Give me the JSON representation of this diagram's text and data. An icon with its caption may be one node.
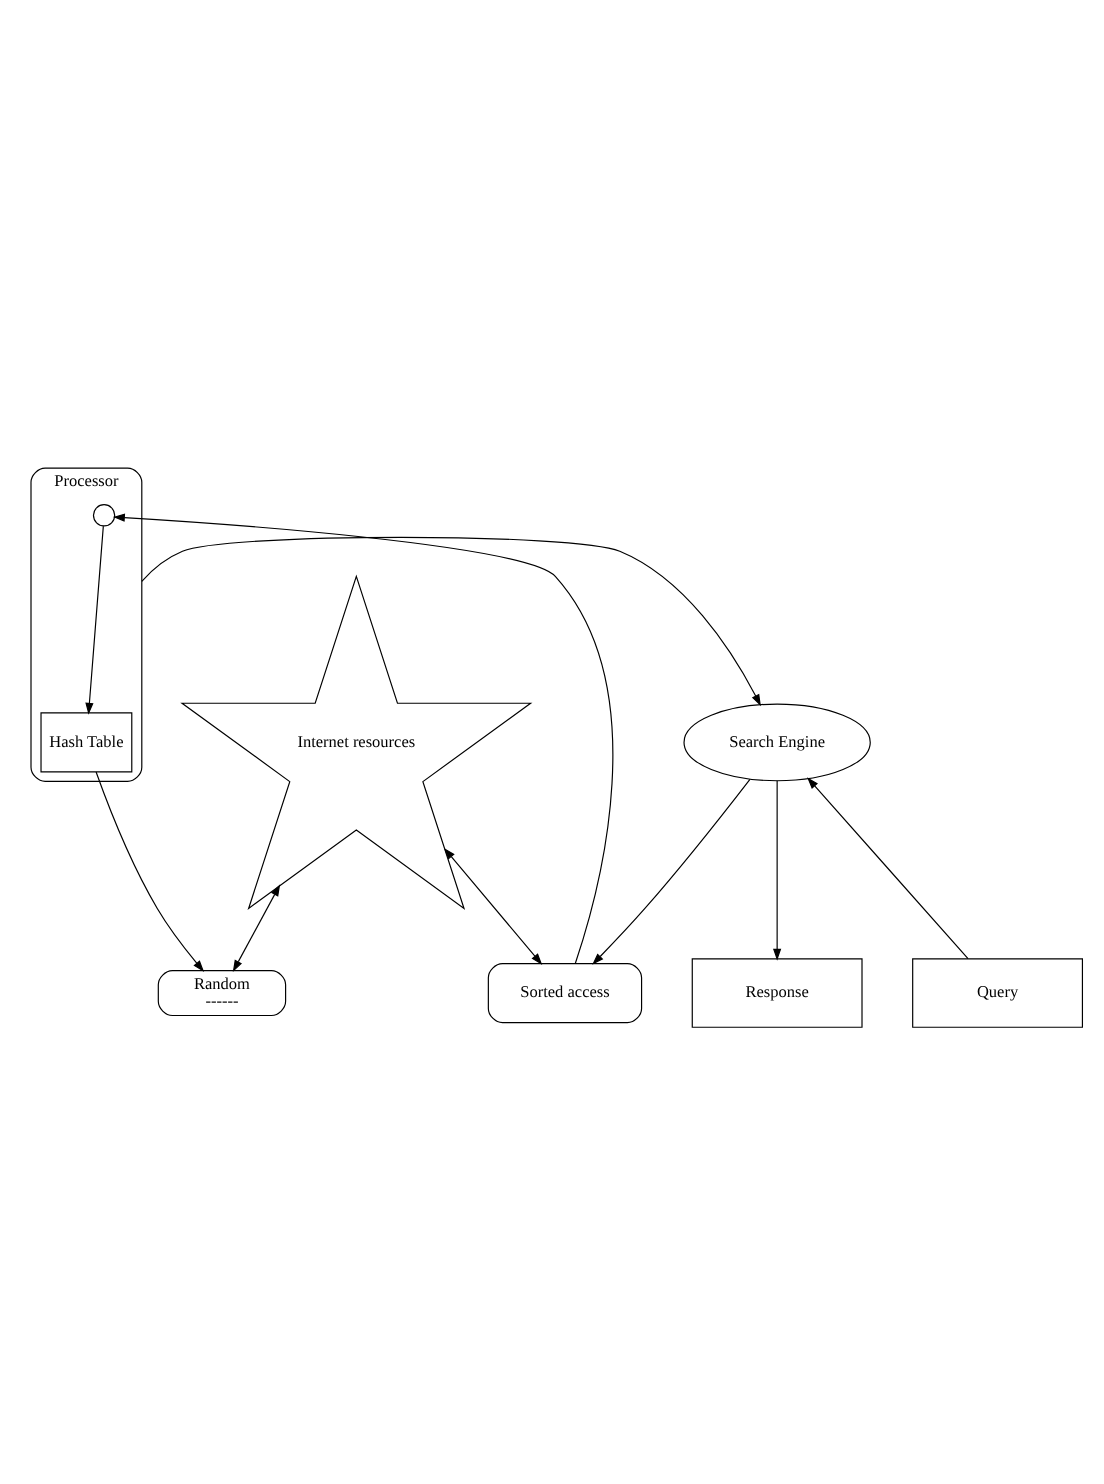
{
  "diagram": {
    "nodes": [
      {
        "text": [
          "Internet resources"
        ]
      },
      {
        "text": [
          "Random",
          "------"
        ]
      },
      {
        "text": [
          "Sorted access"
        ]
      },
      {
        "text": [
          "Processor"
        ]
      },
      {
        "text": [],
        "shape": "circle",
        "in": 3
      },
      {
        "text": [
          "Hash Table"
        ],
        "in": 3
      },
      {
        "text": [
          "Search Engine"
        ]
      },
      {
        "text": [
          "Query"
        ]
      },
      {
        "text": [
          "Response"
        ]
      }
    ],
    "edges": [
      {
        "from": 0,
        "to": 1,
        "arrow": "both"
      },
      {
        "from": 0,
        "to": 2,
        "arrow": "both"
      },
      {
        "from": 2,
        "to": 4,
        "arrow": "to"
      },
      {
        "from": 4,
        "to": 5,
        "arrow": "to"
      },
      {
        "from": 5,
        "to": 1,
        "arrow": "to"
      },
      {
        "from": 3,
        "to": 6,
        "arrow": "to"
      },
      {
        "from": 6,
        "to": 2,
        "arrow": "to"
      },
      {
        "from": 7,
        "to": 6,
        "arrow": "to"
      },
      {
        "from": 6,
        "to": 8,
        "arrow": "to"
      }
    ]
  }
}
